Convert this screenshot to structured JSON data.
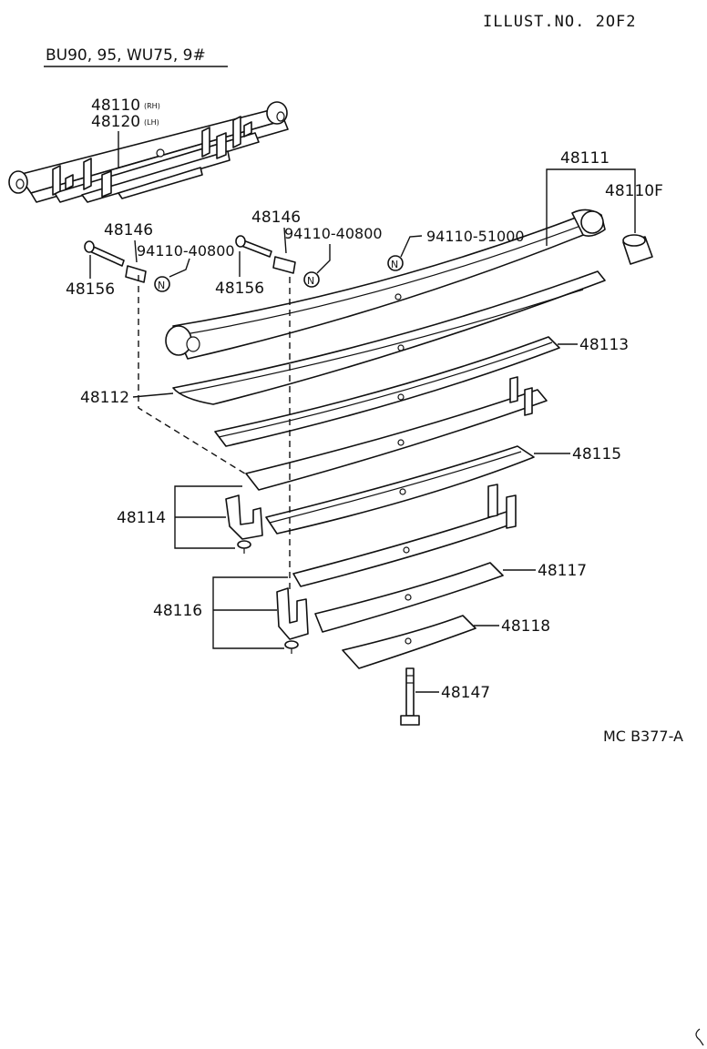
{
  "header": {
    "illust_no": "ILLUST.NO. 2OF2"
  },
  "applicability": "BU90, 95, WU75, 9#",
  "drawing_code": "MC B377-A",
  "labels": {
    "p48110": "48110",
    "p48110_rh": "(RH)",
    "p48120": "48120",
    "p48120_lh": "(LH)",
    "p48111": "48111",
    "p48110f": "48110F",
    "p48146_a": "48146",
    "p48146_b": "48146",
    "p94110_40800_a": "94110-40800",
    "p94110_40800_b": "94110-40800",
    "p94110_51000": "94110-51000",
    "p48156_a": "48156",
    "p48156_b": "48156",
    "p48113": "48113",
    "p48112": "48112",
    "p48115": "48115",
    "p48114": "48114",
    "p48117": "48117",
    "p48116": "48116",
    "p48118": "48118",
    "p48147": "48147",
    "nut_symbol": "N"
  }
}
